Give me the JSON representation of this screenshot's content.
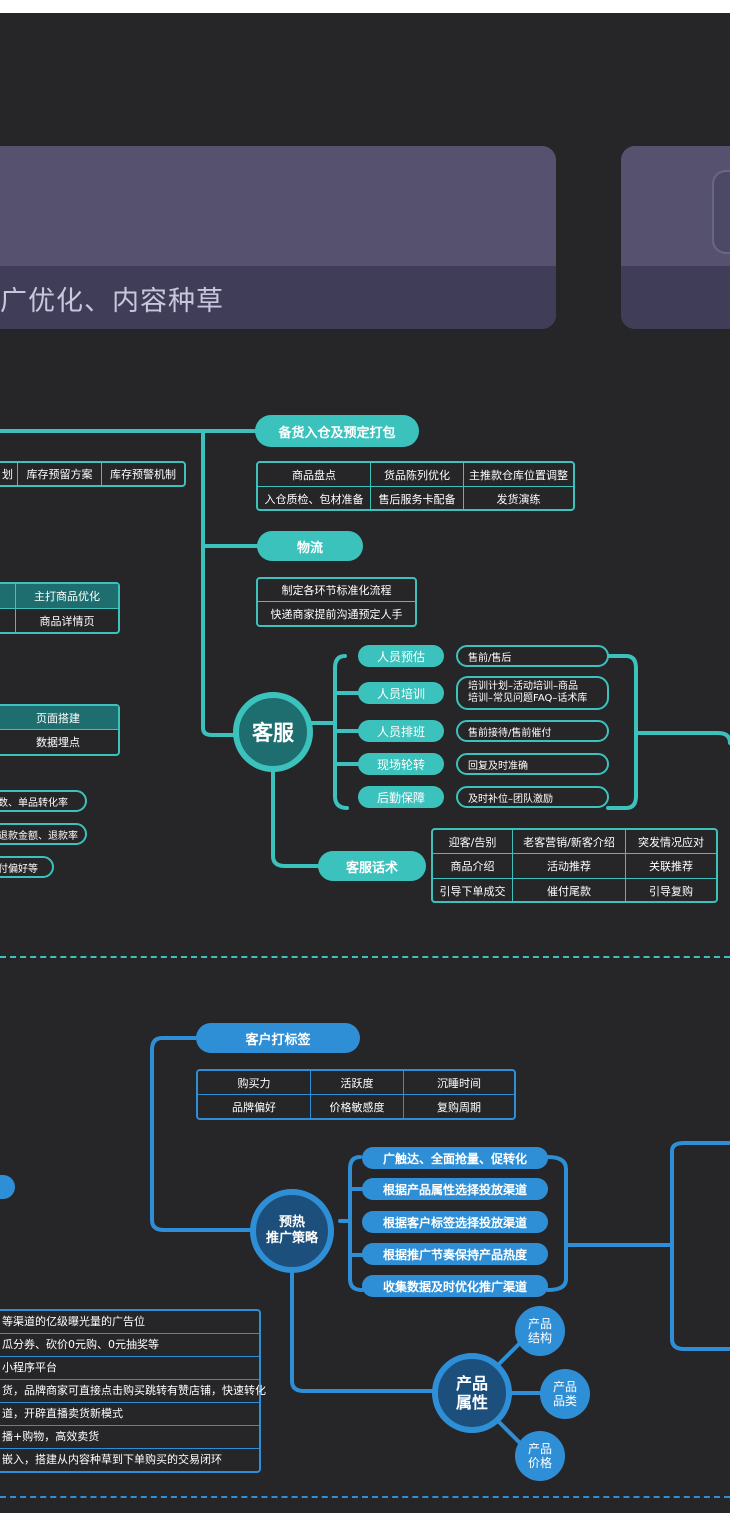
{
  "colors": {
    "background": "#262527",
    "teal": "#3cc2bd",
    "blue": "#2f8fd6",
    "banner": "#4a4763"
  },
  "banner": {
    "title": "广优化、内容种草"
  },
  "stock": {
    "label": "备货入仓及预定打包",
    "left_row": [
      "划",
      "库存预留方案",
      "库存预警机制"
    ],
    "table": [
      [
        "商品盘点",
        "货品陈列优化",
        "主推款仓库位置调整"
      ],
      [
        "入仓质检、包材准备",
        "售后服务卡配备",
        "发货演练"
      ]
    ]
  },
  "logistics": {
    "label": "物流",
    "items": [
      "制定各环节标准化流程",
      "快递商家提前沟通预定人手"
    ]
  },
  "left_tables": {
    "product": [
      "主打商品优化",
      "商品详情页"
    ],
    "page": [
      "页面搭建",
      "数据埋点"
    ],
    "chips": [
      "数、单品转化率",
      "退款金额、退款率",
      "付偏好等"
    ]
  },
  "service": {
    "center": "客服",
    "branches": [
      {
        "label": "人员预估",
        "detail": [
          "售前/售后"
        ]
      },
      {
        "label": "人员培训",
        "detail": [
          "培训计划–活动培训–商品",
          "培训–常见问题FAQ–话术库"
        ]
      },
      {
        "label": "人员排班",
        "detail": [
          "售前接待/售前催付"
        ]
      },
      {
        "label": "现场轮转",
        "detail": [
          "回复及时准确"
        ]
      },
      {
        "label": "后勤保障",
        "detail": [
          "及时补位–团队激励"
        ]
      }
    ],
    "script_label": "客服话术",
    "script_table": [
      [
        "迎客/告别",
        "老客营销/新客介绍",
        "突发情况应对"
      ],
      [
        "商品介绍",
        "活动推荐",
        "关联推荐"
      ],
      [
        "引导下单成交",
        "催付尾款",
        "引导复购"
      ]
    ]
  },
  "tagging": {
    "label": "客户打标签",
    "table": [
      [
        "购买力",
        "活跃度",
        "沉睡时间"
      ],
      [
        "品牌偏好",
        "价格敏感度",
        "复购周期"
      ]
    ]
  },
  "promo": {
    "center": "预热\n推广策略",
    "items": [
      "广触达、全面抢量、促转化",
      "根据产品属性选择投放渠道",
      "根据客户标签选择投放渠道",
      "根据推广节奏保持产品热度",
      "收集数据及时优化推广渠道"
    ]
  },
  "attr": {
    "center": "产品\n属性",
    "items": [
      "产品\n结构",
      "产品\n品类",
      "产品\n价格"
    ]
  },
  "channels": [
    "等渠道的亿级曝光量的广告位",
    "瓜分券、砍价0元购、0元抽奖等",
    "小程序平台",
    "货，品牌商家可直接点击购买跳转有赞店铺，快速转化",
    "道，开辟直播卖货新模式",
    "播+购物，高效卖货",
    "嵌入，搭建从内容种草到下单购买的交易闭环"
  ]
}
